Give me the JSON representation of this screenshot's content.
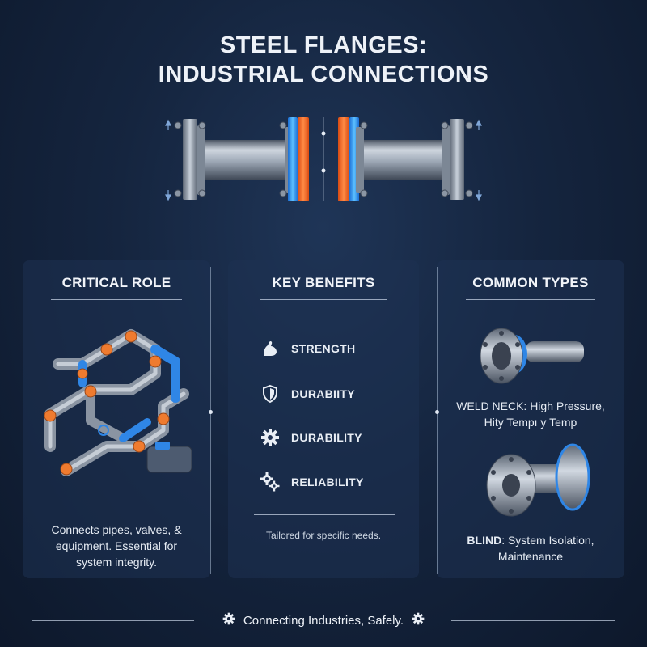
{
  "header": {
    "title_line1": "STEEL FLANGES:",
    "title_line2": "INDUSTRIAL CONNECTIONS"
  },
  "colors": {
    "background": "#15253f",
    "accent_blue": "#3aa3ff",
    "accent_orange": "#ff6a2a",
    "steel": "#8f9aa8"
  },
  "panels": {
    "critical_role": {
      "heading": "CRITICAL ROLE",
      "description_lines": [
        "Connects pipes, valves, &",
        "equipment. Essential for",
        "system integrity."
      ]
    },
    "key_benefits": {
      "heading": "KEY BENEFITS",
      "items": [
        {
          "label": "STRENGTH",
          "icon": "flexed-arm-icon"
        },
        {
          "label": "DURABIITY",
          "icon": "shield-icon"
        },
        {
          "label": "DURABILITY",
          "icon": "gear-icon"
        },
        {
          "label": "RELIABILITY",
          "icon": "gears-icon"
        }
      ],
      "footnote": "Tailored for specific needs."
    },
    "common_types": {
      "heading": "COMMON TYPES",
      "weld_neck_line1": "WELD NECK: High Pressure,",
      "weld_neck_line2": "Hity Tempı y Temp",
      "blind_name": "BLIND",
      "blind_rest": ": System Isolation,",
      "blind_line2": "Maintenance"
    }
  },
  "footer": {
    "tagline": "Connecting Industries, Safely.",
    "icon": "gear-icon"
  }
}
